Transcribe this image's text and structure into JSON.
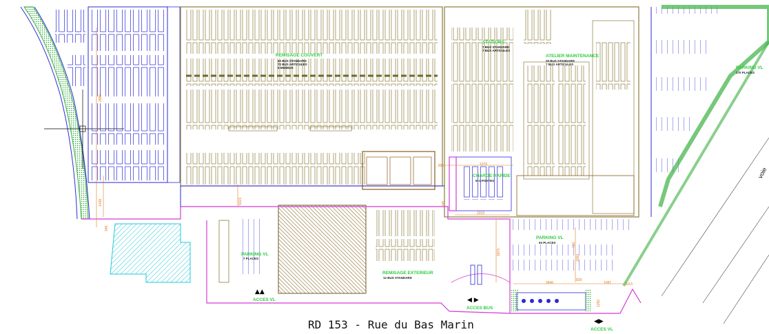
{
  "labels": {
    "remisage_couvert": "REMISAGE COUVERT",
    "remisage_couvert_sub1": "40 BUS STANDARD",
    "remisage_couvert_sub2": "72 BUS ARTICULES",
    "remisage_couvert_sub3": "5 MIDIBUS",
    "stations": "STATIONS",
    "stations_sub1": "7 BUS STANDARD",
    "stations_sub2": "7 BUS ARTICULES",
    "atelier": "ATELIER MAINTENANCE",
    "atelier_sub1": "20 BUS STANDARD",
    "atelier_sub2": "7 BUS ARTICULES",
    "parking_vl_right": "PARKING VL",
    "parking_vl_right_sub": "170 PLACES",
    "charge_rapide": "CHARGE RAPIDE",
    "charge_rapide_sub": "5+1 POSTES",
    "parking_vl_center": "PARKING VL",
    "parking_vl_center_sub": "63 PLACES",
    "parking_vl_left": "PARKING VL",
    "parking_vl_left_sub": "7 PLACES",
    "remisage_ext": "REMISAGE EXTERIEUR",
    "remisage_ext_sub": "12 BUS STANDARD",
    "acces_vl_left": "ACCES VL",
    "acces_bus": "ACCES BUS",
    "acces_vl_right": "ACCES VL",
    "road": "RD 153 - Rue du Bas Marin",
    "voie": "voie"
  },
  "dimensions": {
    "d_895": "895",
    "d_1076": "1076",
    "d_2319": "2319",
    "d_3640": "3640",
    "d_1081": "1081",
    "d_118": "118,5",
    "d_829": "829",
    "d_760": "760",
    "d_5315": "5315",
    "d_1438": "1438",
    "d_345": "345",
    "d_2980": "2980",
    "d_1870": "1870",
    "d_1000": "1000",
    "d_1290": "1290",
    "d_745": "745"
  },
  "colors": {
    "building": "#8b7a3a",
    "site_boundary": "#2a2ad6",
    "green_strip": "#3cb043",
    "pink_boundary": "#d33bd3",
    "dimension": "#e07a1f",
    "hatch_cyan": "#22c8d8",
    "label_green": "#2ecc40"
  }
}
